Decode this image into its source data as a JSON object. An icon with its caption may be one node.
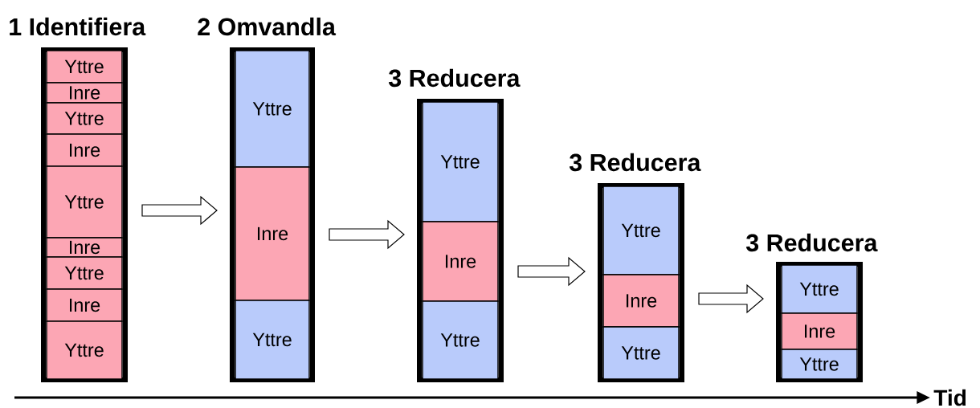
{
  "diagram": {
    "nodes": [
      {
        "text": [
          "1 Identifiera"
        ]
      },
      {
        "text": [
          "Yttre"
        ],
        "in": 0
      },
      {
        "text": [
          "Inre"
        ],
        "in": 0
      },
      {
        "text": [
          "Yttre"
        ],
        "in": 0
      },
      {
        "text": [
          "Inre"
        ],
        "in": 0
      },
      {
        "text": [
          "Yttre"
        ],
        "in": 0
      },
      {
        "text": [
          "Inre"
        ],
        "in": 0
      },
      {
        "text": [
          "Yttre"
        ],
        "in": 0
      },
      {
        "text": [
          "Inre"
        ],
        "in": 0
      },
      {
        "text": [
          "Yttre"
        ],
        "in": 0
      },
      {
        "text": [
          "2 Omvandla"
        ]
      },
      {
        "text": [
          "Yttre"
        ],
        "in": 10
      },
      {
        "text": [
          "Inre"
        ],
        "in": 10
      },
      {
        "text": [
          "Yttre"
        ],
        "in": 10
      },
      {
        "text": [
          "3 Reducera"
        ]
      },
      {
        "text": [
          "Yttre"
        ],
        "in": 14
      },
      {
        "text": [
          "Inre"
        ],
        "in": 14
      },
      {
        "text": [
          "Yttre"
        ],
        "in": 14
      },
      {
        "text": [
          "3 Reducera"
        ]
      },
      {
        "text": [
          "Yttre"
        ],
        "in": 18
      },
      {
        "text": [
          "Inre"
        ],
        "in": 18
      },
      {
        "text": [
          "Yttre"
        ],
        "in": 18
      },
      {
        "text": [
          "3 Reducera"
        ]
      },
      {
        "text": [
          "Yttre"
        ],
        "in": 22
      },
      {
        "text": [
          "Inre"
        ],
        "in": 22
      },
      {
        "text": [
          "Yttre"
        ],
        "in": 22
      }
    ],
    "edges": [
      {
        "from": 0,
        "to": 10,
        "arrow": "to"
      },
      {
        "from": 10,
        "to": 14,
        "arrow": "to"
      },
      {
        "from": 14,
        "to": 18,
        "arrow": "to"
      },
      {
        "from": 18,
        "to": 22,
        "arrow": "to"
      }
    ],
    "labels": [
      "Tid"
    ]
  }
}
